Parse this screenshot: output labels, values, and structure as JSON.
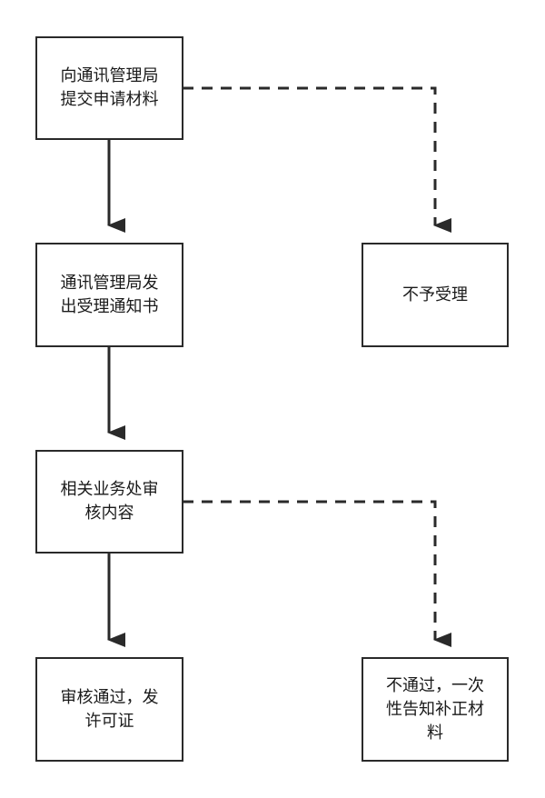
{
  "nodes": {
    "submit": {
      "label": "向通讯管理局\n提交申请材料"
    },
    "notice": {
      "label": "通讯管理局发\n出受理通知书"
    },
    "reject": {
      "label": "不予受理"
    },
    "review": {
      "label": "相关业务处审\n核内容"
    },
    "approve": {
      "label": "审核通过，发\n许可证"
    },
    "supplement": {
      "label": "不通过，一次\n性告知补正材\n料"
    }
  },
  "edges": [
    {
      "from": "submit",
      "to": "notice",
      "style": "solid"
    },
    {
      "from": "submit",
      "to": "reject",
      "style": "dashed"
    },
    {
      "from": "notice",
      "to": "review",
      "style": "solid"
    },
    {
      "from": "review",
      "to": "approve",
      "style": "solid"
    },
    {
      "from": "review",
      "to": "supplement",
      "style": "dashed"
    }
  ],
  "colors": {
    "line": "#2a2a2a",
    "box_border": "#2a2a2a",
    "text": "#1a1a1a",
    "background": "#ffffff"
  }
}
